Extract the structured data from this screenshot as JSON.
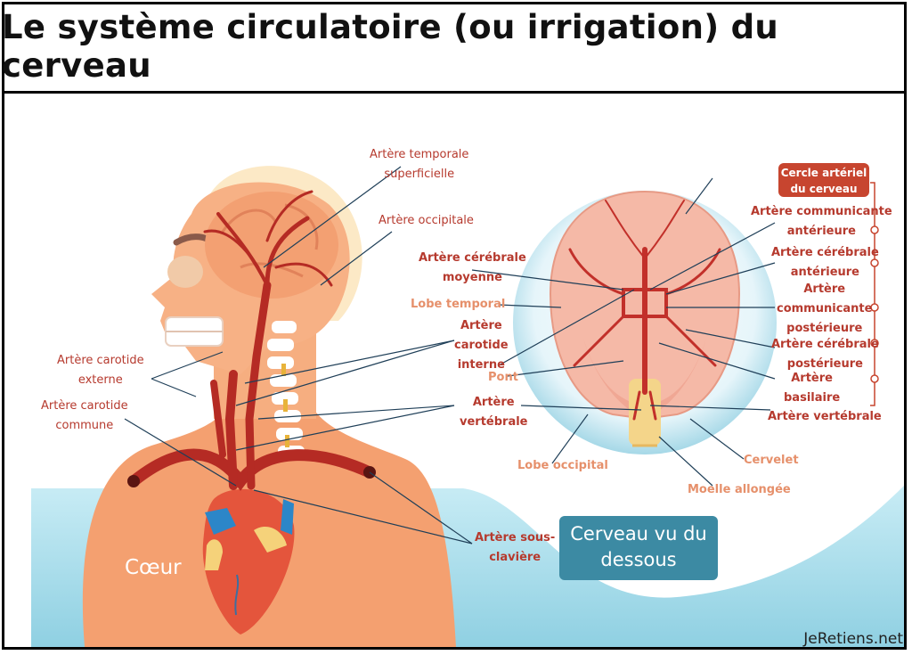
{
  "title": "Le système circulatoire (ou irrigation) du cerveau",
  "head_labels": {
    "temporale_superficielle": "Artère temporale\nsuperficielle",
    "occipitale": "Artère occipitale",
    "carotide_externe": "Artère carotide\nexterne",
    "carotide_commune": "Artère carotide\ncommune",
    "sous_claviere": "Artère sous-\nclavière",
    "coeur": "Cœur"
  },
  "brain_labels": {
    "cerebrale_moyenne": "Artère cérébrale\nmoyenne",
    "lobe_temporal": "Lobe temporal",
    "carotide_interne": "Artère\ncarotide\ninterne",
    "pont": "Pont",
    "vertebrale_left": "Artère\nvertébrale",
    "lobe_occipital": "Lobe occipital",
    "moelle_allongee": "Moelle allongée",
    "cervelet": "Cervelet"
  },
  "circle_group": {
    "header": "Cercle artériel\ndu cerveau",
    "items": [
      "Artère communicante\nantérieure",
      "Artère cérébrale\nantérieure",
      "Artère\ncommunicante\npostérieure",
      "Artère cérébrale\npostérieure",
      "Artère\nbasilaire",
      "Artère vertébrale"
    ]
  },
  "view_box": "Cerveau vu du\ndessous",
  "brand": "JeRetiens.net",
  "colors": {
    "artery": "#b52b24",
    "skin": "#f29a6e",
    "label_red": "#b63a2e",
    "label_light": "#e6906b",
    "teal": "#3c8aa3",
    "water": "#a9dbe8"
  }
}
